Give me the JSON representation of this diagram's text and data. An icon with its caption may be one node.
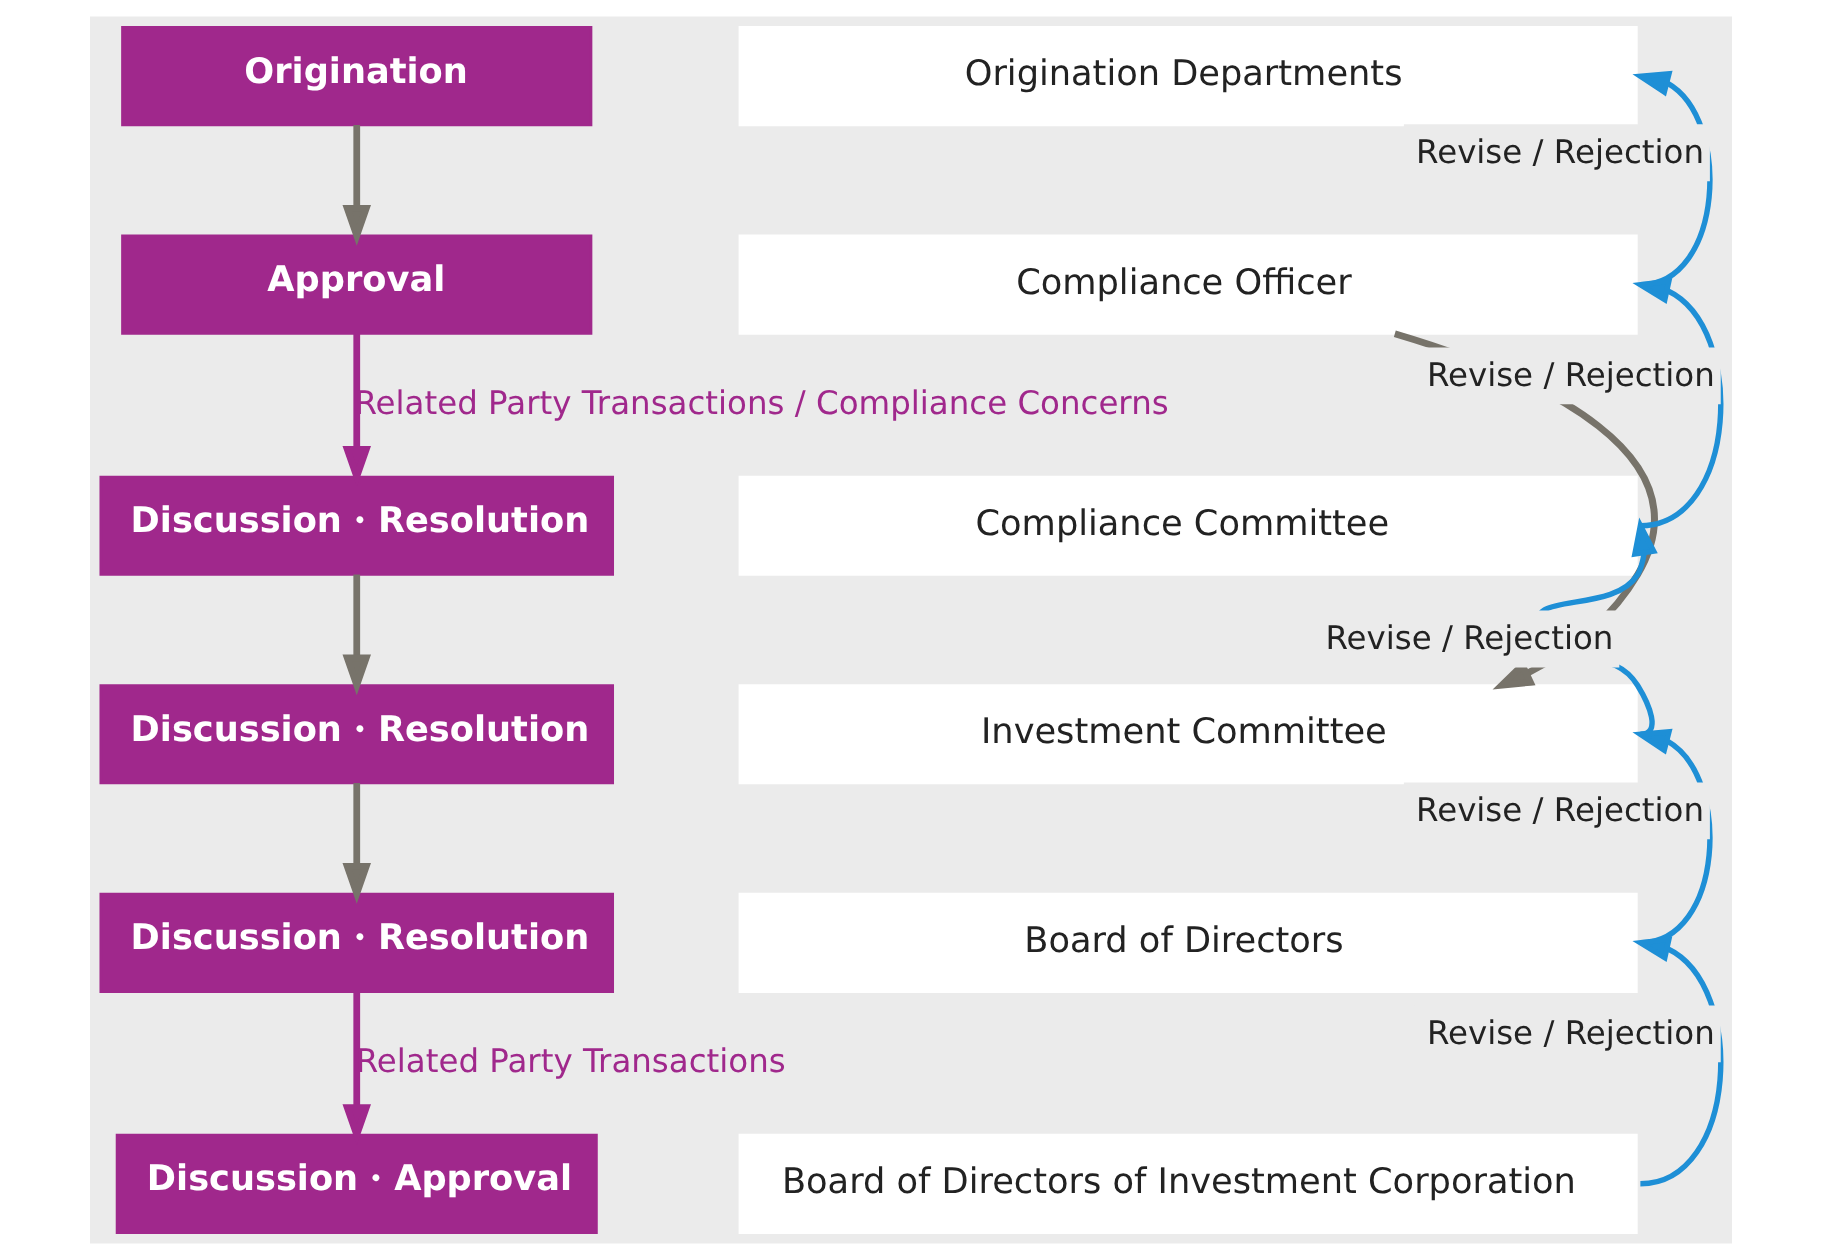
{
  "diagram": {
    "nodes": [
      {
        "text": [
          "Origination"
        ]
      },
      {
        "text": [
          "Origination Departments"
        ]
      },
      {
        "text": [
          "Approval"
        ]
      },
      {
        "text": [
          "Compliance Officer"
        ]
      },
      {
        "text": [
          "Discussion・Resolution"
        ]
      },
      {
        "text": [
          "Compliance Committee"
        ]
      },
      {
        "text": [
          "Discussion・Resolution"
        ]
      },
      {
        "text": [
          "Investment Committee"
        ]
      },
      {
        "text": [
          "Discussion・Resolution"
        ]
      },
      {
        "text": [
          "Board of Directors"
        ]
      },
      {
        "text": [
          "Discussion・Approval"
        ]
      },
      {
        "text": [
          "Board of Directors of Investment Corporation"
        ]
      }
    ],
    "edges": [
      {
        "from": 0,
        "to": 2,
        "arrow": "to",
        "color": "#77736a"
      },
      {
        "from": 2,
        "to": 4,
        "arrow": "to",
        "label": "Related Party Transactions / Compliance Concerns",
        "color": "#a0288c"
      },
      {
        "from": 4,
        "to": 6,
        "arrow": "to",
        "color": "#77736a"
      },
      {
        "from": 6,
        "to": 8,
        "arrow": "to",
        "color": "#77736a"
      },
      {
        "from": 8,
        "to": 10,
        "arrow": "to",
        "label": "Related Party Transactions",
        "color": "#a0288c"
      },
      {
        "from": 3,
        "to": 7,
        "arrow": "to",
        "color": "#77736a"
      },
      {
        "from": 3,
        "to": 1,
        "arrow": "to",
        "label": "Revise / Rejection",
        "color": "#1e8fd6"
      },
      {
        "from": 5,
        "to": 3,
        "arrow": "to",
        "label": "Revise / Rejection",
        "color": "#1e8fd6"
      },
      {
        "from": 7,
        "to": 5,
        "arrow": "to",
        "label": "Revise / Rejection",
        "color": "#1e8fd6"
      },
      {
        "from": 9,
        "to": 7,
        "arrow": "to",
        "label": "Revise / Rejection",
        "color": "#1e8fd6"
      },
      {
        "from": 11,
        "to": 9,
        "arrow": "to",
        "label": "Revise / Rejection",
        "color": "#1e8fd6"
      }
    ]
  }
}
